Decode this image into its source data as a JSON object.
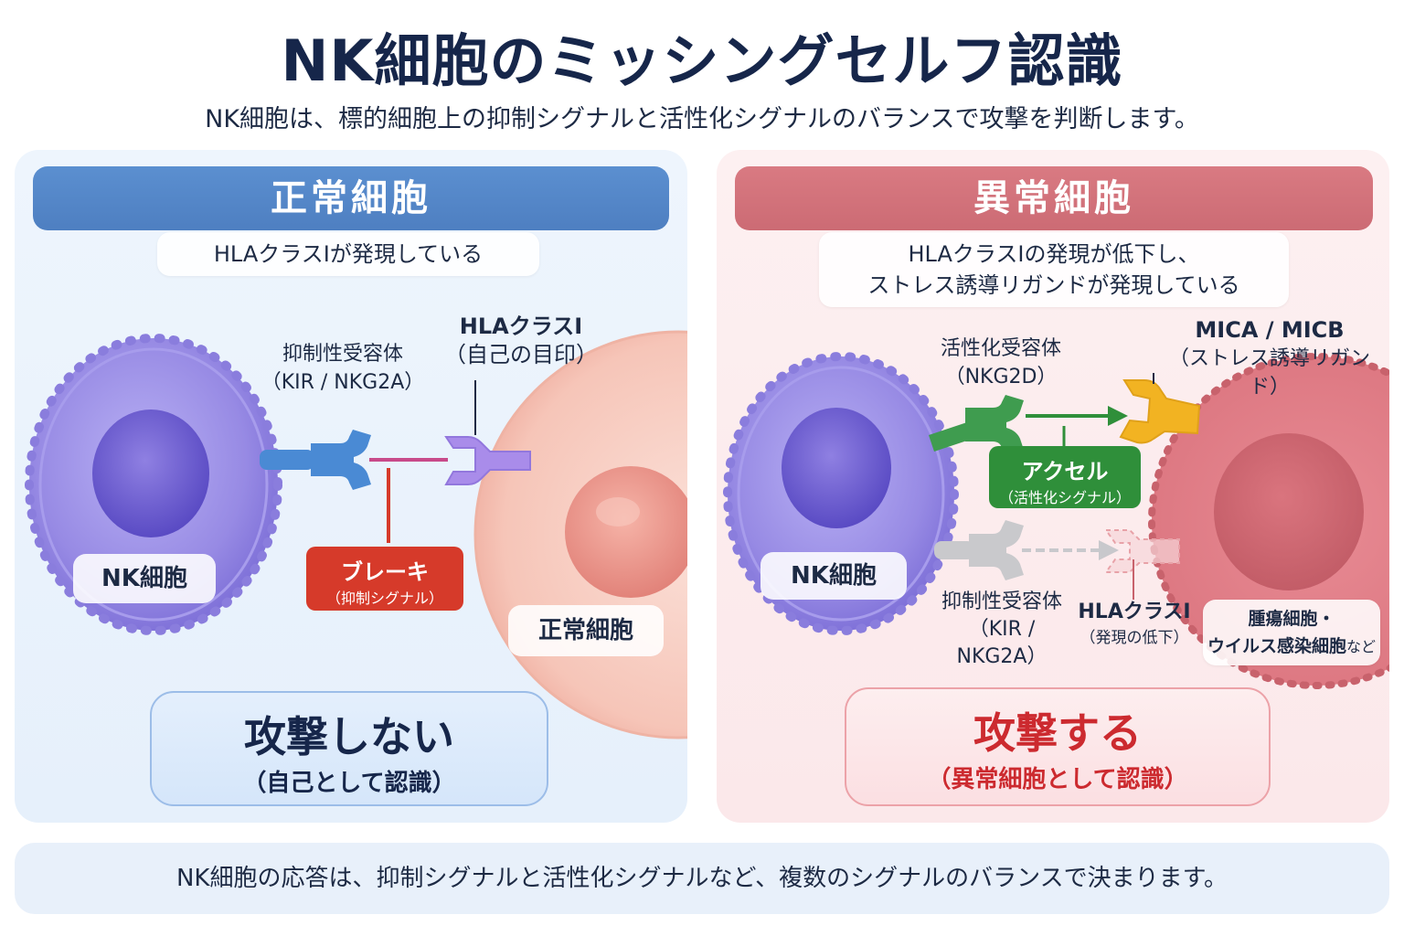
{
  "title": "NK細胞のミッシングセルフ認識",
  "subtitle": "NK細胞は、標的細胞上の抑制シグナルと活性化シグナルのバランスで攻撃を判断します。",
  "left": {
    "header": "正常細胞",
    "condition": "HLAクラスIが発現している",
    "receptor_label": "抑制性受容体",
    "receptor_sub": "（KIR / NKG2A）",
    "hla_label": "HLAクラスI",
    "hla_sub": "（自己の目印）",
    "nk_label": "NK細胞",
    "brake_label": "ブレーキ",
    "brake_sub": "（抑制シグナル）",
    "target_label": "正常細胞",
    "result": "攻撃しない",
    "result_sub": "（自己として認識）"
  },
  "right": {
    "header": "異常細胞",
    "condition_line1": "HLAクラスIの発現が低下し、",
    "condition_line2": "ストレス誘導リガンドが発現している",
    "activating_label": "活性化受容体",
    "activating_sub": "（NKG2D）",
    "ligand_label": "MICA / MICB",
    "ligand_sub": "（ストレス誘導リガンド）",
    "accel_label": "アクセル",
    "accel_sub": "（活性化シグナル）",
    "nk_label": "NK細胞",
    "inhib_label": "抑制性受容体",
    "inhib_sub": "（KIR / NKG2A）",
    "hla_label": "HLAクラスI",
    "hla_sub": "（発現の低下）",
    "target_line1": "腫瘍細胞・",
    "target_line2_main": "ウイルス感染細胞",
    "target_line2_suffix": "など",
    "result": "攻撃する",
    "result_sub": "（異常細胞として認識）"
  },
  "footer": "NK細胞の応答は、抑制シグナルと活性化シグナルなど、複数のシグナルのバランスで決まります。",
  "colors": {
    "normal_header": "#5588cc",
    "abnormal_header": "#d4747c",
    "brake": "#d63a2a",
    "accel": "#2f8f3a",
    "inhibitory_receptor": "#4a8ad4",
    "hla": "#a98cea",
    "activating_receptor": "#3f9c4f",
    "ligand": "#f2b322",
    "nk_cell": "#9b8ee6",
    "attack_text": "#cc2a2f"
  }
}
